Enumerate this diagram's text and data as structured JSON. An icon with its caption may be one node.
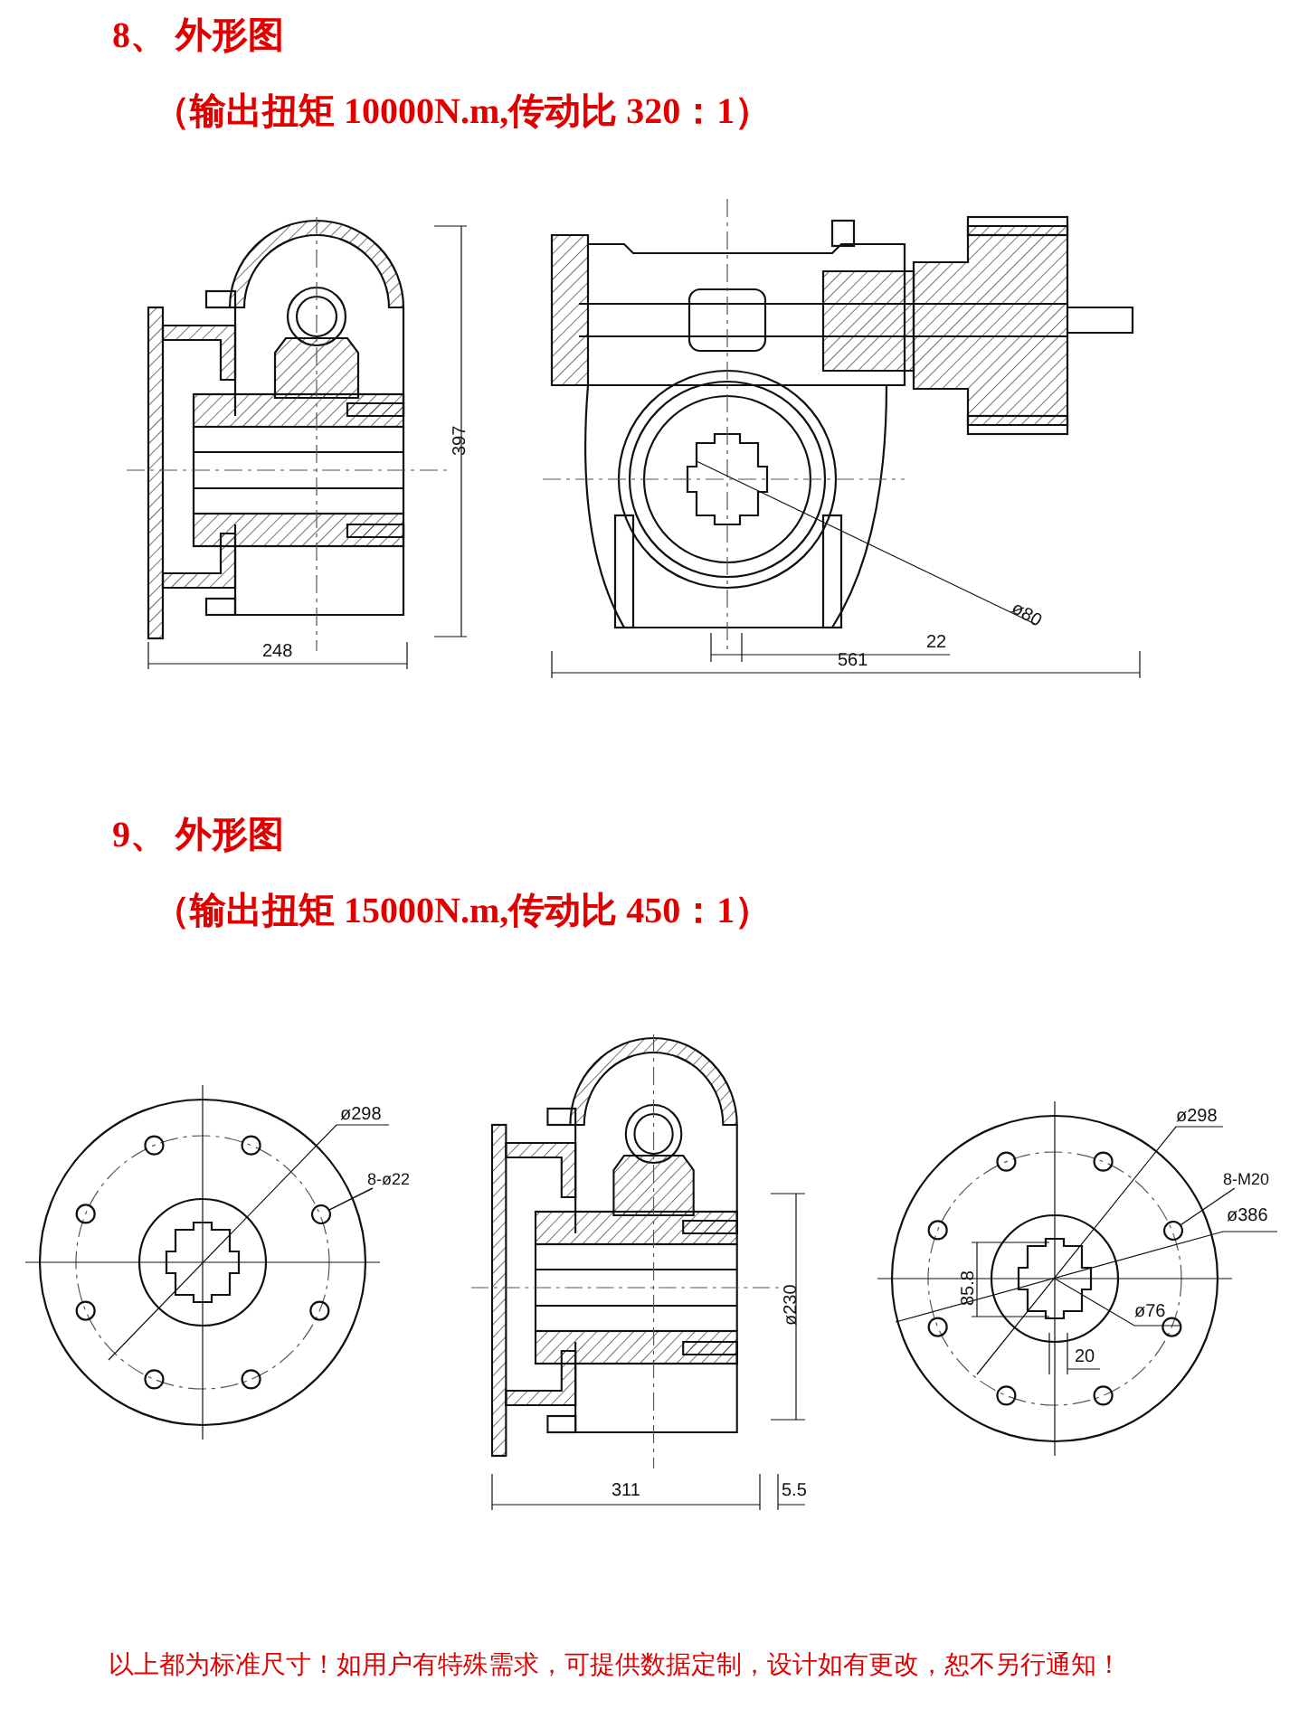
{
  "diagram": {
    "caption": "以上都为标准尺寸！如用户有特殊需求，可提供数据定制，设计如有更改，恕不另行通知！",
    "nodes": [
      {
        "text": [
          "8-ø22"
        ]
      },
      {
        "text": [],
        "shape": "circle"
      },
      {
        "text": [
          "8-M20"
        ]
      },
      {
        "text": [],
        "shape": "circle"
      }
    ],
    "edges": [
      {
        "from": 0,
        "to": 1,
        "arrow": "none"
      },
      {
        "from": 2,
        "to": 3,
        "arrow": "none"
      }
    ],
    "labels": [
      "8、 外形图",
      "（输出扭矩 10000N.m,传动比 320：1）",
      "397",
      "248",
      "ø80",
      "22",
      "561",
      "9、 外形图",
      "（输出扭矩 15000N.m,传动比 450：1）",
      "ø298",
      "ø230",
      "311",
      "5.5",
      "ø298",
      "ø386",
      "85.8",
      "ø76",
      "20"
    ]
  }
}
